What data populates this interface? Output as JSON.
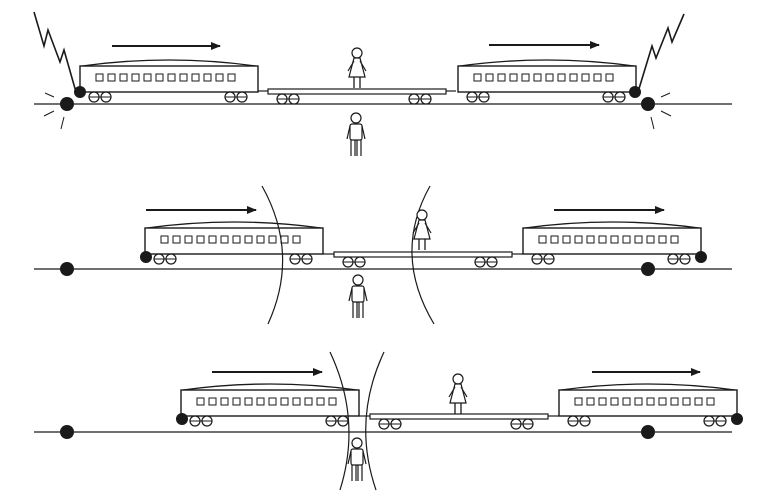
{
  "figure": {
    "kind": "relativity-of-simultaneity-illustration",
    "panels": [
      {
        "id": "panel-1",
        "stage": "lightning-strikes-both-ends",
        "events": [
          "lightning-bolt-icon",
          "lightning-bolt-icon"
        ],
        "observers": [
          "woman-on-train",
          "man-on-ground"
        ]
      },
      {
        "id": "panel-2",
        "stage": "light-fronts-expanding",
        "events": [],
        "observers": [
          "woman-on-train",
          "man-on-ground"
        ]
      },
      {
        "id": "panel-3",
        "stage": "light-fronts-meet-ground-observer",
        "events": [],
        "observers": [
          "woman-on-train",
          "man-on-ground"
        ]
      }
    ],
    "motion_direction": "right",
    "ink_color": "#1a1a1a",
    "paper_color": "#ffffff"
  }
}
